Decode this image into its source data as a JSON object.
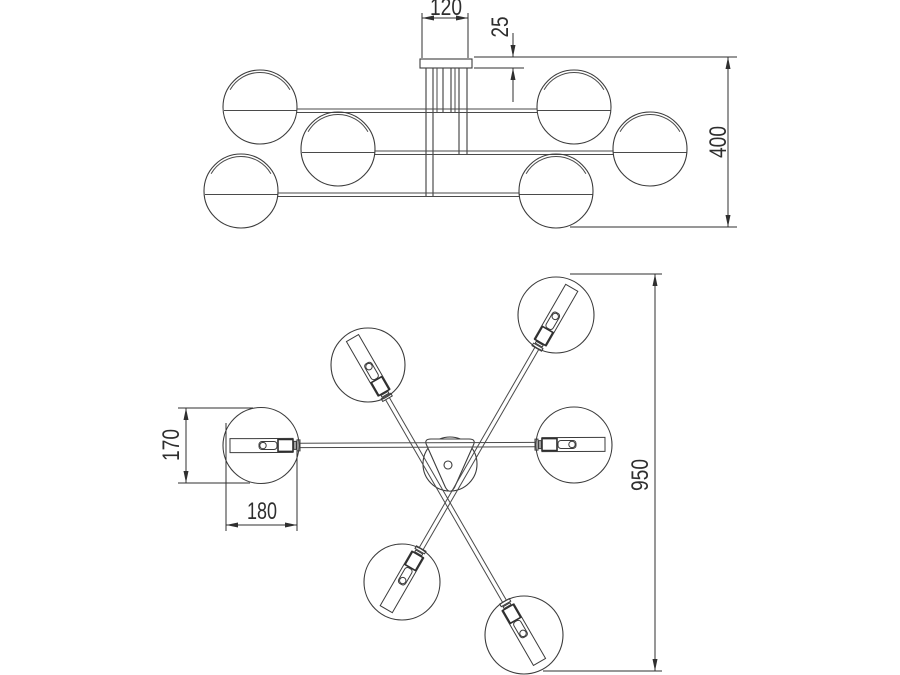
{
  "page": {
    "background": "#ffffff",
    "line_color": "#3c3c3c",
    "dimension_color": "#2f2f2f"
  },
  "drawing": {
    "dimensions": {
      "canopy_width": "120",
      "canopy_plate_height": "25",
      "fixture_height": "400",
      "shade_height": "170",
      "shade_width": "180",
      "overall_width": "950"
    }
  }
}
